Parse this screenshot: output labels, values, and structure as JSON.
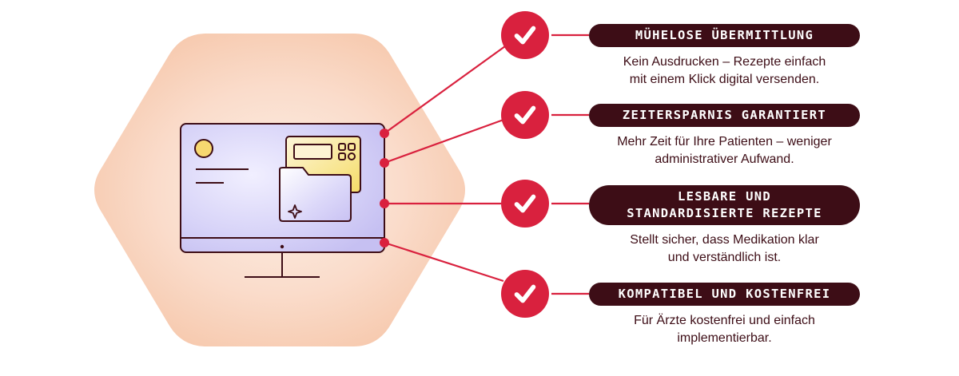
{
  "colors": {
    "accent_red": "#d9213e",
    "dark_maroon": "#3d0d16",
    "hexagon_peach": "#f8cdb3",
    "screen_lavender": "#d6d2f7",
    "card_yellow": "#f7e27a"
  },
  "illustration": {
    "icons": [
      "computer-monitor-icon",
      "folder-icon",
      "sparkle-icon",
      "qr-code-icon",
      "check-icon"
    ]
  },
  "features": [
    {
      "title_lines": [
        "MÜHELOSE ÜBERMITTLUNG"
      ],
      "desc_lines": [
        "Kein Ausdrucken – Rezepte einfach",
        "mit einem Klick digital versenden."
      ]
    },
    {
      "title_lines": [
        "ZEITERSPARNIS GARANTIERT"
      ],
      "desc_lines": [
        "Mehr Zeit für Ihre Patienten – weniger",
        "administrativer Aufwand."
      ]
    },
    {
      "title_lines": [
        "LESBARE UND",
        "STANDARDISIERTE REZEPTE"
      ],
      "desc_lines": [
        "Stellt sicher, dass Medikation klar",
        "und verständlich ist."
      ]
    },
    {
      "title_lines": [
        "KOMPATIBEL UND KOSTENFREI"
      ],
      "desc_lines": [
        "Für Ärzte kostenfrei und einfach",
        "implementierbar."
      ]
    }
  ]
}
